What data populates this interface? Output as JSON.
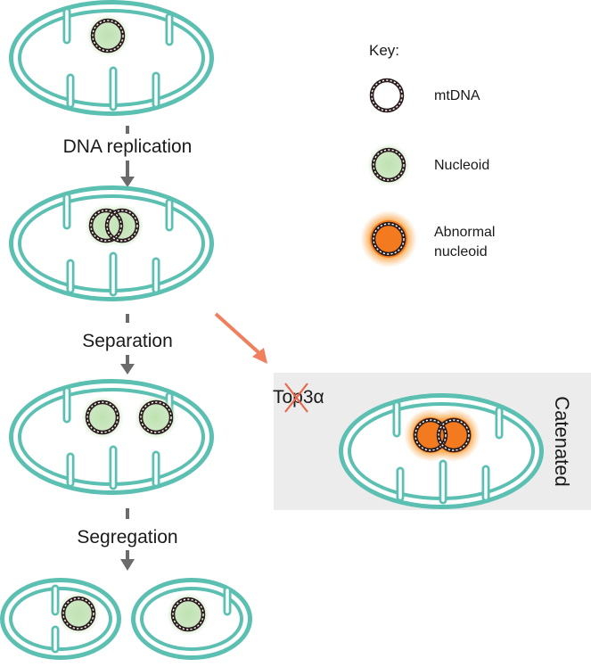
{
  "steps": {
    "replication": "DNA replication",
    "separation": "Separation",
    "segregation": "Segregation"
  },
  "key": {
    "title": "Key:",
    "mtdna": "mtDNA",
    "nucleoid": "Nucleoid",
    "abnormal_line1": "Abnormal",
    "abnormal_line2": "nucleoid"
  },
  "knockout": {
    "protein": "Top3α",
    "result": "Catenated"
  },
  "colors": {
    "mito_fill": "#5bbfb1",
    "mito_membrane": "#ffffff",
    "nucleoid_glow": "#cde8c3",
    "abnormal_glow": "#f7941d",
    "dna_ring": "#2b1d1d",
    "step_arrow": "#6b6b6b",
    "path_arrow": "#f07f5e",
    "panel_bg": "#ececec",
    "cross": "#e8684a"
  },
  "icons": {
    "mtdna": "dna-ring-icon",
    "nucleoid": "nucleoid-icon",
    "abnormal": "abnormal-nucleoid-icon",
    "cross": "cross-out-icon"
  }
}
